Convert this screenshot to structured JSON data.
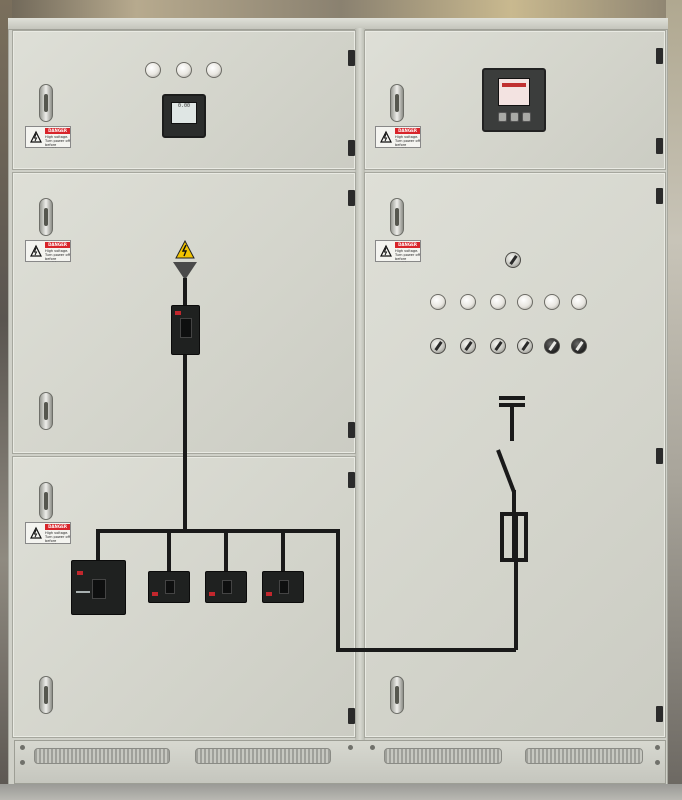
{
  "image": {
    "subject": "",
    "warning_label": {
      "title": "DANGER",
      "text": "High voltage. Turn power off before servicing"
    },
    "meter_small_display": "0.00",
    "colors": {
      "panel": "#d6d7cf",
      "bus_line": "#1a1a1a",
      "warning_red": "#d8242a",
      "hazard_yellow": "#f2c400",
      "meter_body": "#2b2d2c"
    },
    "icons": [
      "lightning-hazard-icon",
      "electrocution-warning-icon",
      "disconnector-symbol-icon",
      "fuse-symbol-icon"
    ]
  }
}
